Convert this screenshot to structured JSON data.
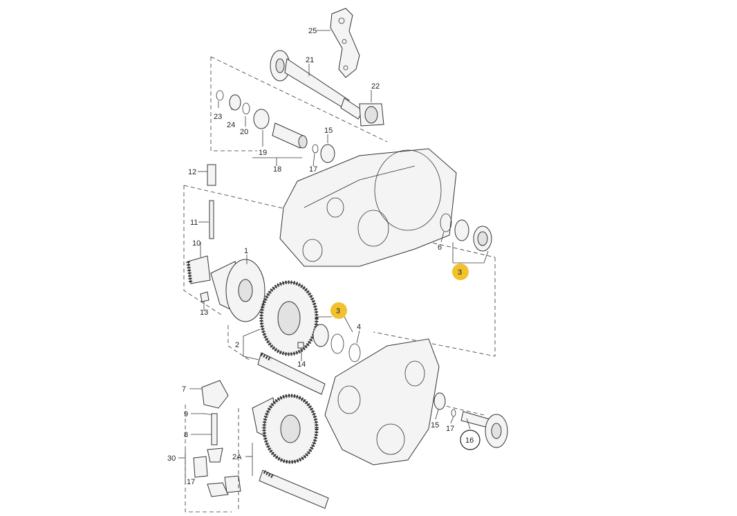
{
  "labels": {
    "l25": "25",
    "l21": "21",
    "l22": "22",
    "l23": "23",
    "l24": "24",
    "l20": "20",
    "l19": "19",
    "l18": "18",
    "l15a": "15",
    "l17a": "17",
    "l12": "12",
    "l11": "11",
    "l10": "10",
    "l1": "1",
    "l13": "13",
    "l2": "2",
    "l14": "14",
    "l3b": "3",
    "l4": "4",
    "l6": "6",
    "l3a": "3",
    "l7": "7",
    "l9": "9",
    "l8": "8",
    "l30": "30",
    "l17b": "17",
    "l2a": "2A",
    "l15b": "15",
    "l17c": "17",
    "l16": "16"
  },
  "colors": {
    "highlight": "#f2c12e",
    "line": "#333333"
  }
}
